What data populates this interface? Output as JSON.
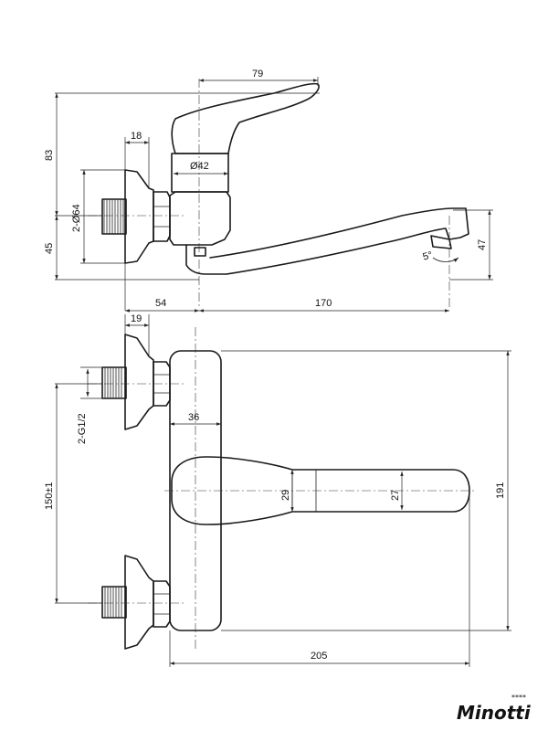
{
  "dimensions": {
    "top_handle_length": "79",
    "flange_thickness_top": "18",
    "height_total": "83",
    "body_diameter": "Ø42",
    "flange_diameter": "2-Ø64",
    "height_lower": "45",
    "spout_height": "47",
    "spout_angle": "5°",
    "wall_to_axis": "54",
    "spout_reach": "170",
    "flange_thickness_bottom": "19",
    "thread_size": "2-G1/2",
    "body_width": "36",
    "connection_spacing": "150±1",
    "handle_width_a": "29",
    "handle_width_b": "27",
    "total_height": "191",
    "total_reach": "205"
  },
  "brand": {
    "name": "Minotti",
    "stars": "****"
  }
}
